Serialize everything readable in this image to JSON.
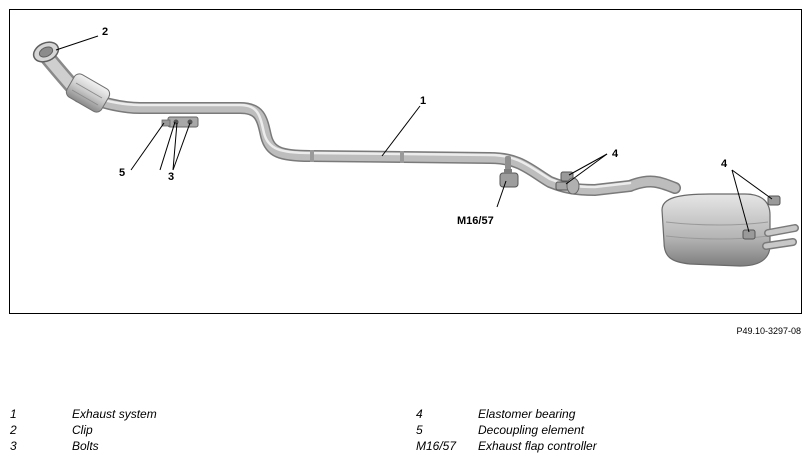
{
  "diagram": {
    "callouts": {
      "c1": "1",
      "c2": "2",
      "c3": "3",
      "c4a": "4",
      "c4b": "4",
      "c5": "5",
      "cm": "M16/57"
    },
    "reference_code": "P49.10-3297-08"
  },
  "legend": {
    "left": [
      {
        "number": "1",
        "description": "Exhaust system"
      },
      {
        "number": "2",
        "description": "Clip"
      },
      {
        "number": "3",
        "description": "Bolts"
      }
    ],
    "right": [
      {
        "number": "4",
        "description": "Elastomer bearing"
      },
      {
        "number": "5",
        "description": "Decoupling element"
      },
      {
        "number": "M16/57",
        "description": "Exhaust flap controller"
      }
    ]
  }
}
